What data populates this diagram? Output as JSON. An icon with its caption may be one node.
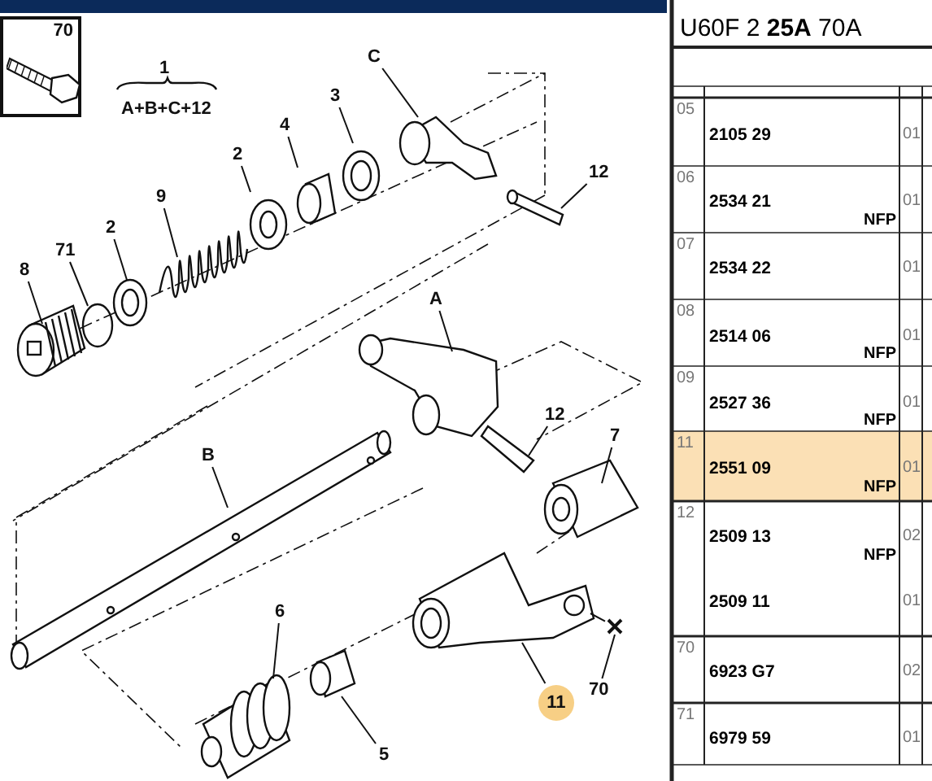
{
  "diagram": {
    "nodes": [
      {
        "text": [
          "70"
        ]
      },
      {
        "text": [
          "C"
        ]
      },
      {
        "text": [
          "3"
        ]
      },
      {
        "text": [
          "4"
        ]
      },
      {
        "text": [
          "2"
        ]
      },
      {
        "text": [
          "12"
        ]
      },
      {
        "text": [
          "9"
        ]
      },
      {
        "text": [
          "2"
        ]
      },
      {
        "text": [
          "71"
        ]
      },
      {
        "text": [
          "8"
        ]
      },
      {
        "text": [
          "A"
        ]
      },
      {
        "text": [
          "12"
        ]
      },
      {
        "text": [
          "B"
        ]
      },
      {
        "text": [
          "7"
        ]
      },
      {
        "text": [
          "6"
        ]
      },
      {
        "text": [
          "5"
        ]
      },
      {
        "text": [
          "11"
        ]
      },
      {
        "text": [
          "70"
        ]
      },
      {
        "text": [],
        "shape": "cross"
      }
    ],
    "edges": [
      {
        "from": 1,
        "to": null,
        "arrow": "none"
      },
      {
        "from": 2,
        "to": null,
        "arrow": "none"
      },
      {
        "from": 3,
        "to": null,
        "arrow": "none"
      },
      {
        "from": 4,
        "to": null,
        "arrow": "none"
      },
      {
        "from": 5,
        "to": null,
        "arrow": "none"
      },
      {
        "from": 6,
        "to": null,
        "arrow": "none"
      },
      {
        "from": 7,
        "to": null,
        "arrow": "none"
      },
      {
        "from": 8,
        "to": null,
        "arrow": "none"
      },
      {
        "from": 9,
        "to": null,
        "arrow": "none"
      },
      {
        "from": 10,
        "to": null,
        "arrow": "none"
      },
      {
        "from": 11,
        "to": null,
        "arrow": "none"
      },
      {
        "from": 12,
        "to": null,
        "arrow": "none"
      },
      {
        "from": 13,
        "to": null,
        "arrow": "none"
      },
      {
        "from": 14,
        "to": null,
        "arrow": "none"
      },
      {
        "from": 15,
        "to": null,
        "arrow": "none"
      },
      {
        "from": 16,
        "to": null,
        "arrow": "none"
      },
      {
        "from": 17,
        "to": 18,
        "arrow": "none"
      },
      {
        "from": 18,
        "to": null,
        "arrow": "none"
      }
    ],
    "labels": [
      "1",
      "A+B+C+12",
      "U60F 2 **25A** 70A",
      "05",
      "2105 29",
      "01",
      "06",
      "2534 21",
      "NFP",
      "01",
      "07",
      "2534 22",
      "01",
      "08",
      "2514 06",
      "NFP",
      "01",
      "09",
      "2527 36",
      "NFP",
      "01",
      "11",
      "2551 09",
      "NFP",
      "01",
      "12",
      "2509 13",
      "NFP",
      "02",
      "2509 11",
      "01",
      "70",
      "6923 G7",
      "02",
      "71",
      "6979 59",
      "01"
    ]
  }
}
